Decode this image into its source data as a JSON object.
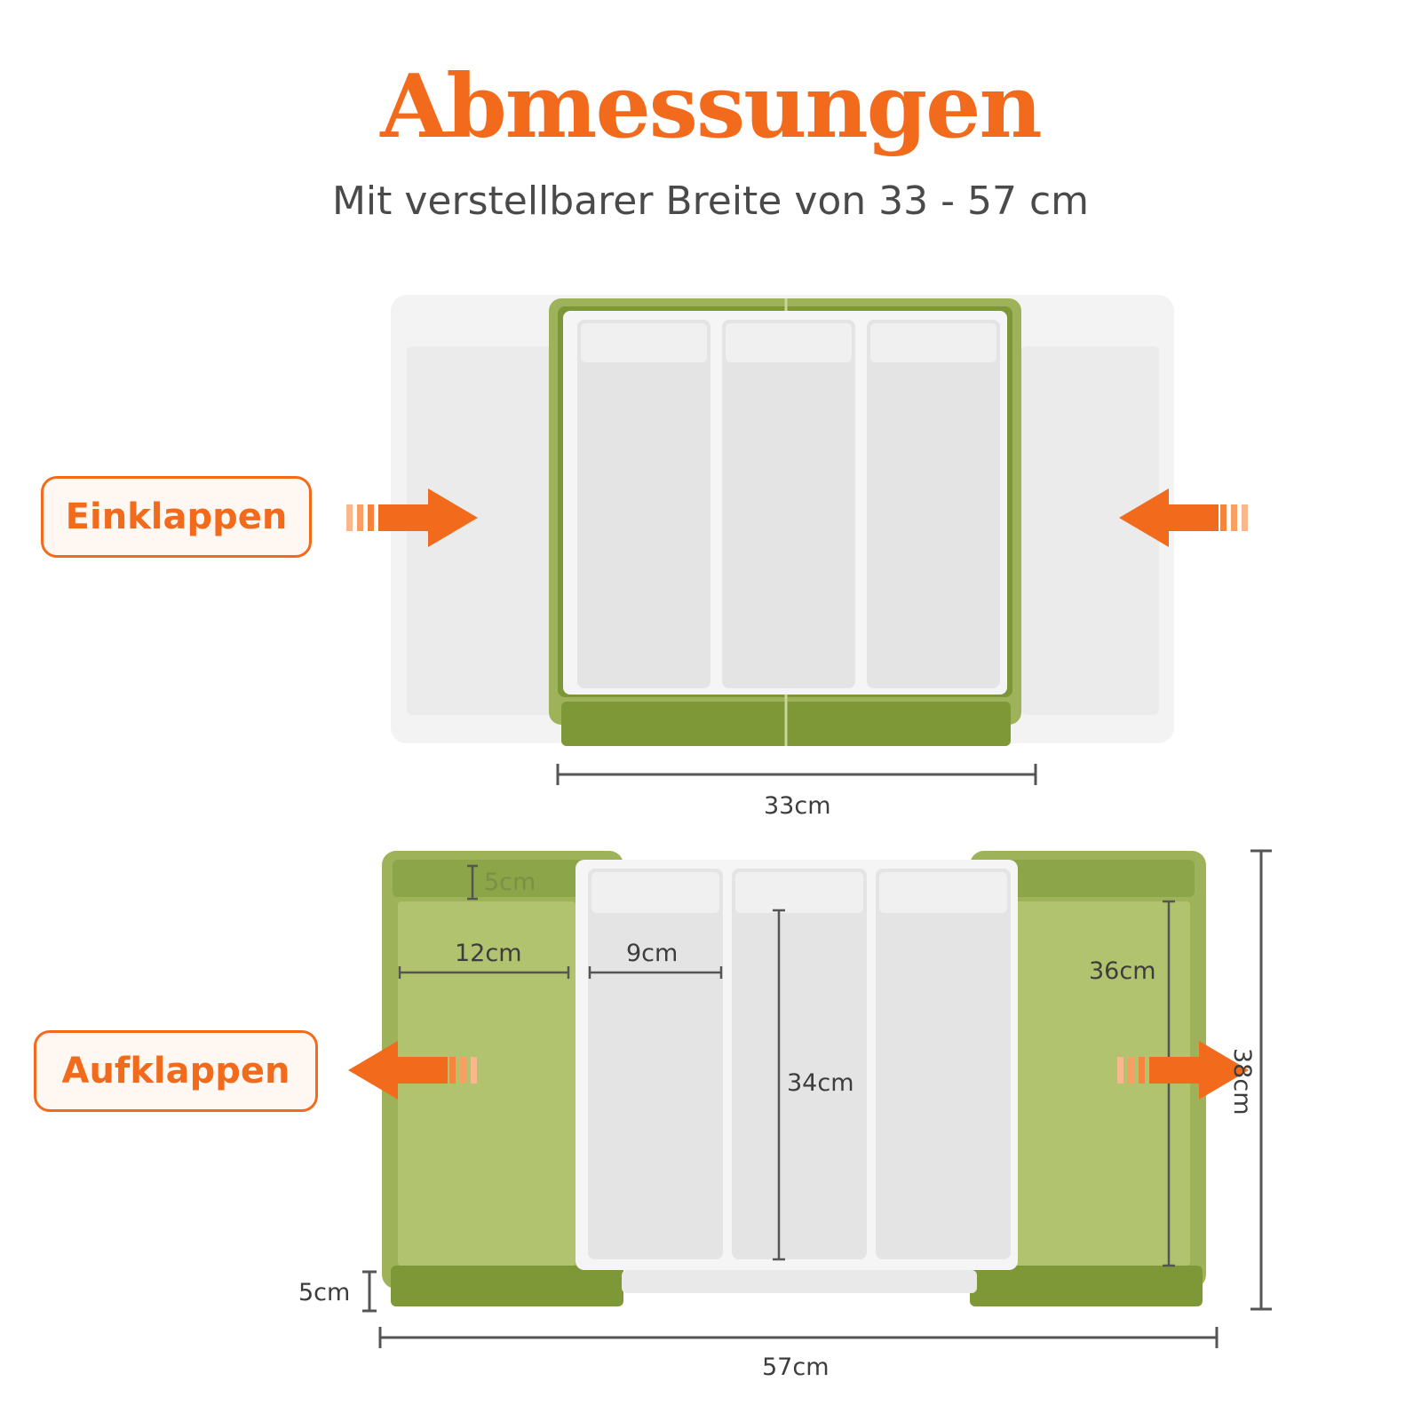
{
  "header": {
    "title": "Abmessungen",
    "subtitle": "Mit verstellbarer Breite von 33 - 57 cm"
  },
  "collapsed": {
    "label": "Einklappen",
    "width_label": "33cm"
  },
  "expanded": {
    "label": "Aufklappen",
    "labels": {
      "height_small": "5cm",
      "side_width": "12cm",
      "slot_width": "9cm",
      "slot_length": "34cm",
      "side_length": "36cm",
      "depth": "38cm",
      "height": "5cm",
      "total_width": "57cm"
    }
  },
  "colors": {
    "accent": "#f26b1d",
    "tray_green": "#8fa84a",
    "tray_green_light": "#adc06a",
    "insert_white": "#e6e6e6",
    "ghost": "#efefef"
  },
  "icons": {
    "arrow_in": "arrow-right-icon",
    "arrow_out": "arrow-left-icon"
  }
}
